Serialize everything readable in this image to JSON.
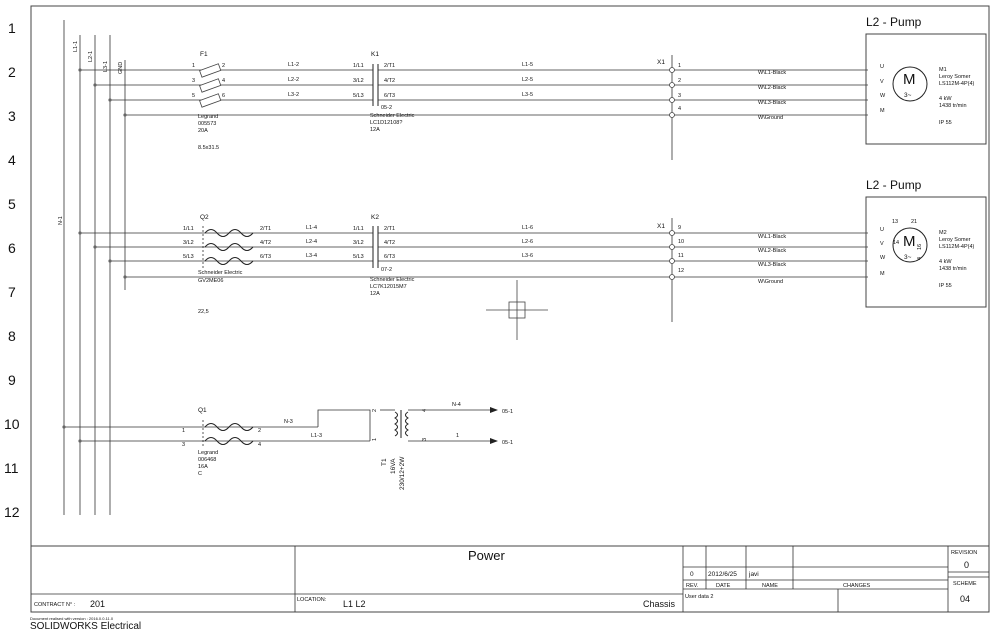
{
  "row_numbers": [
    "1",
    "2",
    "3",
    "4",
    "5",
    "6",
    "7",
    "8",
    "9",
    "10",
    "11",
    "12"
  ],
  "left_bus_labels": [
    "L1-1",
    "L2-1",
    "L3-1",
    "GND",
    "N-1"
  ],
  "wires": {
    "l1_2": "L1-2",
    "l2_2": "L2-2",
    "l3_2": "L3-2",
    "l1_5": "L1-5",
    "l2_5": "L2-5",
    "l3_5": "L3-5",
    "l1_4": "L1-4",
    "l2_4": "L2-4",
    "l3_4": "L3-4",
    "l1_6": "L1-6",
    "l2_6": "L2-6",
    "l3_6": "L3-6",
    "n_3": "N-3",
    "l1_3": "L1-3",
    "n_4": "N-4"
  },
  "f1": {
    "tag": "F1",
    "pins": [
      "1",
      "2",
      "3",
      "4",
      "5",
      "6"
    ],
    "info": [
      "Legrand",
      "005573",
      "20A"
    ],
    "size": "8.5x31.5"
  },
  "k1": {
    "tag": "K1",
    "pins_in": [
      "1/L1",
      "3/L2",
      "5/L3"
    ],
    "pins_out": [
      "2/T1",
      "4/T2",
      "6/T3"
    ],
    "ref": "05-2",
    "info": [
      "Schneider Electric",
      "LC1D12108?",
      "12A"
    ]
  },
  "q2": {
    "tag": "Q2",
    "pins_in": [
      "1/L1",
      "3/L2",
      "5/L3"
    ],
    "pins_out": [
      "2/T1",
      "4/T2",
      "6/T3"
    ],
    "info": [
      "Schneider Electric",
      "GV2ME06"
    ],
    "setting": "22,5"
  },
  "k2": {
    "tag": "K2",
    "pins_in": [
      "1/L1",
      "3/L2",
      "5/L3"
    ],
    "pins_out": [
      "2/T1",
      "4/T2",
      "6/T3"
    ],
    "ref": "07-2",
    "info": [
      "Schneider Electric",
      "LC7K12015M7",
      "12A"
    ]
  },
  "x1_top": {
    "tag": "X1",
    "terminals": [
      "1",
      "2",
      "3",
      "4"
    ]
  },
  "x1_bottom": {
    "tag": "X1",
    "terminals": [
      "9",
      "10",
      "11",
      "12"
    ]
  },
  "cables_top": [
    "W\\L1-Black",
    "W\\L2-Black",
    "W\\L3-Black",
    "W\\Ground"
  ],
  "cables_bottom": [
    "W\\L1-Black",
    "W\\L2-Black",
    "W\\L3-Black",
    "W\\Ground"
  ],
  "pump1": {
    "title": "L2 - Pump",
    "motor_letter": "M",
    "motor_phase": "3~",
    "pins": [
      "U",
      "V",
      "W",
      "M"
    ],
    "tag": "M1",
    "maker": "Leroy Somer",
    "model": "LS112M-4P(4)",
    "power": "4 kW",
    "speed": "1438 tr/min",
    "ip": "IP 55"
  },
  "pump2": {
    "title": "L2 - Pump",
    "motor_letter": "M",
    "motor_phase": "3~",
    "pins": [
      "U",
      "V",
      "W",
      "M"
    ],
    "overlap": [
      "13",
      "21",
      "14",
      "16",
      "4"
    ],
    "tag": "M2",
    "maker": "Leroy Somer",
    "model": "LS112M-4P(4)",
    "power": "4 kW",
    "speed": "1438 tr/min",
    "ip": "IP 55"
  },
  "q1": {
    "tag": "Q1",
    "pins": [
      "1",
      "2",
      "3",
      "4"
    ],
    "info": [
      "Legrand",
      "006468",
      "16A",
      "C"
    ]
  },
  "t1": {
    "tag": "T1",
    "rating": "16VA",
    "voltage": "230/12+2W",
    "pins": [
      "2",
      "4",
      "1",
      "3"
    ],
    "out_pin": "1"
  },
  "arrows": [
    "05-1",
    "05-1"
  ],
  "title_block": {
    "title": "Power",
    "contract_label": "CONTRACT N° :",
    "contract_value": "201",
    "location_label": "LOCATION:",
    "location_value": "L1 L2",
    "chassis": "Chassis",
    "rev_row": {
      "rev": "0",
      "date": "2012/6/25",
      "name": "javi"
    },
    "headers": {
      "rev": "REV.",
      "date": "DATE",
      "name": "NAME",
      "changes": "CHANGES"
    },
    "user_data": "User data 2",
    "revision_label": "REVISION",
    "revision_value": "0",
    "scheme_label": "SCHEME",
    "scheme_value": "04"
  },
  "footer": {
    "small": "Document realised with version : 2016.0.0.11.0",
    "brand": "SOLIDWORKS Electrical"
  }
}
